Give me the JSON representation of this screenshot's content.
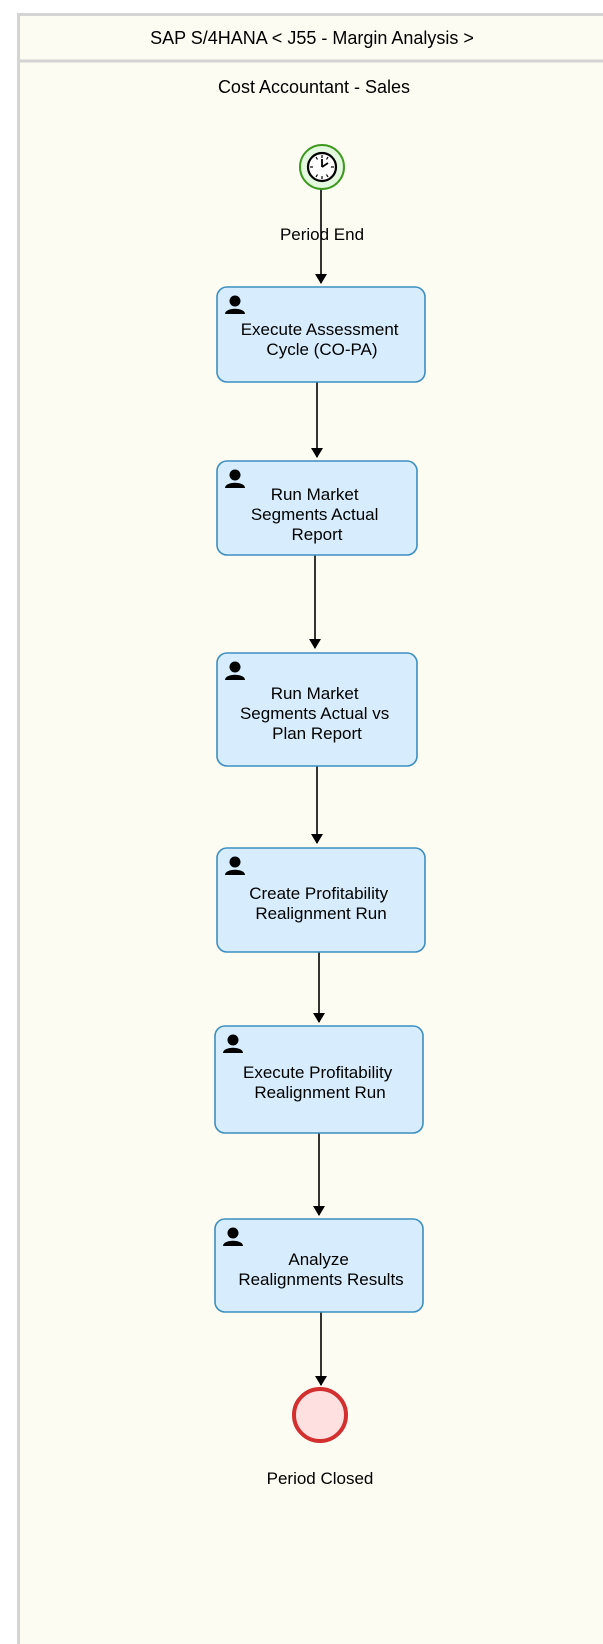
{
  "pool": {
    "title": "SAP S/4HANA < J55 - Margin Analysis >"
  },
  "lane": {
    "title": "Cost Accountant - Sales"
  },
  "start_event": {
    "icon": "clock-icon",
    "label": "Period End"
  },
  "tasks": [
    {
      "icon": "user-icon",
      "lines": [
        "Execute Assessment",
        "Cycle (CO-PA)"
      ]
    },
    {
      "icon": "user-icon",
      "lines": [
        "Run Market",
        "Segments Actual",
        "Report"
      ]
    },
    {
      "icon": "user-icon",
      "lines": [
        "Run Market",
        "Segments Actual vs",
        "Plan Report"
      ]
    },
    {
      "icon": "user-icon",
      "lines": [
        "Create Profitability",
        "Realignment Run"
      ]
    },
    {
      "icon": "user-icon",
      "lines": [
        "Execute Profitability",
        "Realignment Run"
      ]
    },
    {
      "icon": "user-icon",
      "lines": [
        "Analyze",
        "Realignments Results"
      ]
    }
  ],
  "end_event": {
    "label": "Period Closed"
  },
  "colors": {
    "pool_bg": "#fdfcf2",
    "pool_border": "#d4d4d4",
    "task_fill": "#d7edfd",
    "task_stroke": "#3d8ec0",
    "start_fill": "#e4f7df",
    "start_stroke": "#3e9a1f",
    "end_fill": "#fde0df",
    "end_stroke": "#d32f2f",
    "flow": "#000000"
  }
}
